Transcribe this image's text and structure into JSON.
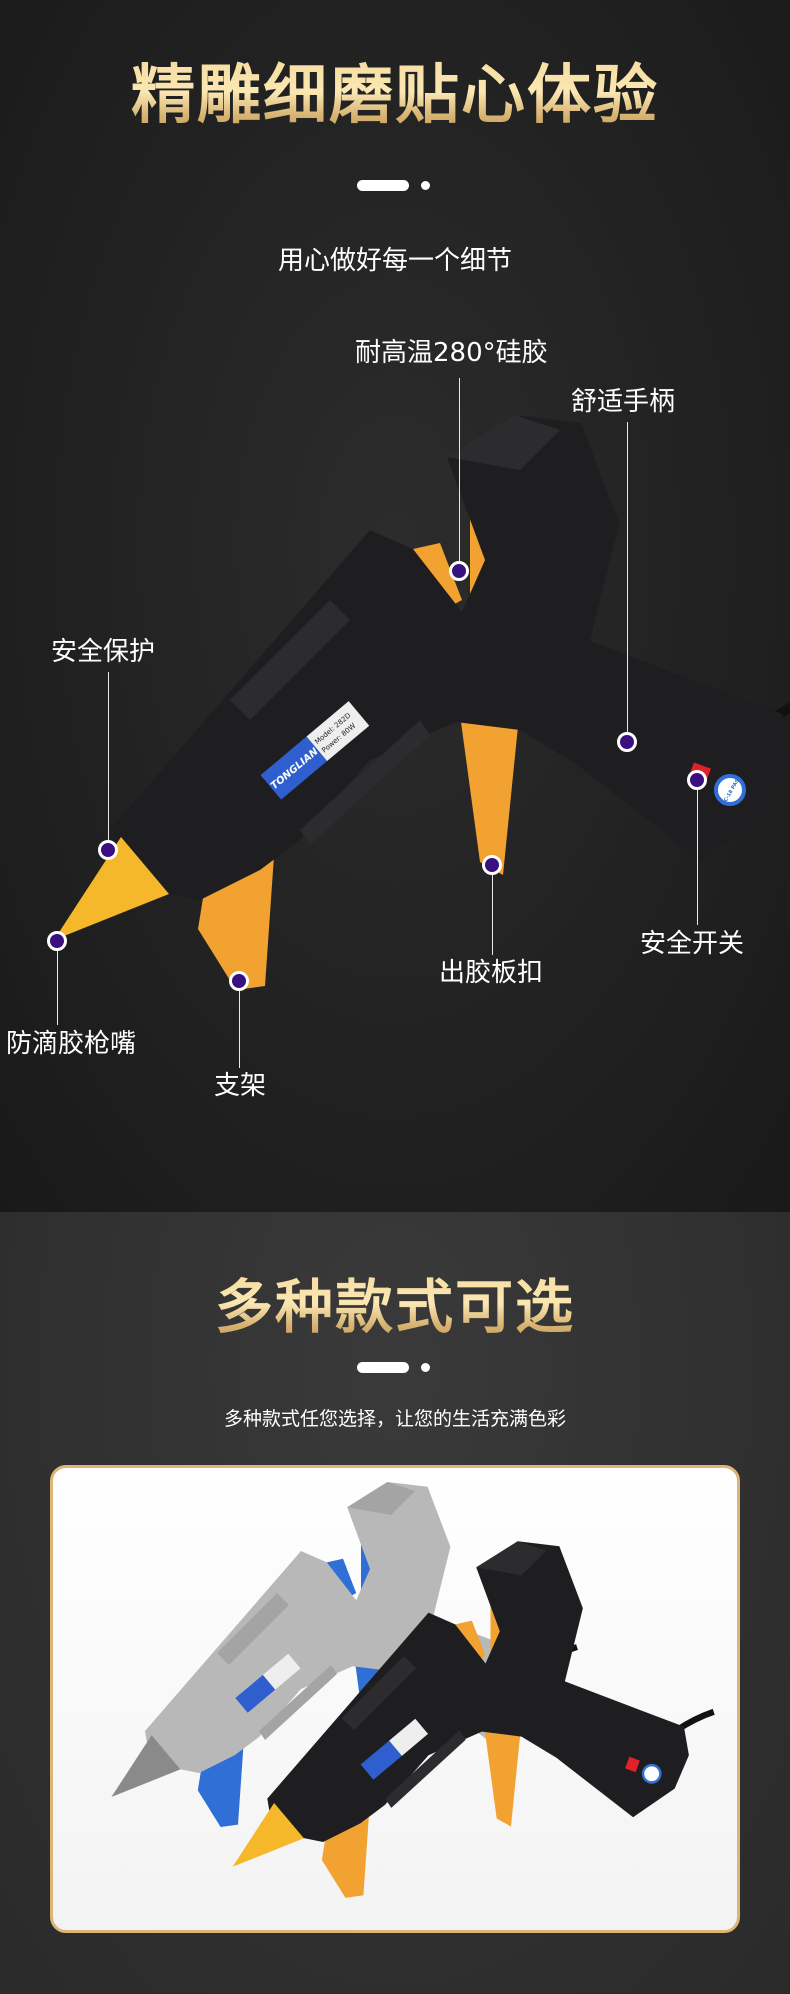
{
  "section_details": {
    "title": "精雕细磨贴心体验",
    "subtitle": "用心做好每一个细节",
    "callouts": {
      "silicone": "耐高温280°硅胶",
      "handle": "舒适手柄",
      "safety_protection": "安全保护",
      "nozzle": "防滴胶枪嘴",
      "stand": "支架",
      "trigger": "出胶板扣",
      "switch": "安全开关"
    },
    "product_label": {
      "brand": "TONGLIAN",
      "model": "Model: 282D",
      "power": "Power: 80W"
    },
    "switch_badge": "QC-18 PASS"
  },
  "section_styles": {
    "title": "多种款式可选",
    "subtitle": "多种款式任您选择，让您的生活充满色彩"
  },
  "colors": {
    "gold_title": "#f6dca0",
    "pin": "#3a1080",
    "box_border": "#deb577",
    "nozzle_yellow": "#f5b82a",
    "trigger_orange": "#f2a230",
    "gray_body": "#b8b8b8",
    "blue_accent": "#2f6fd6"
  }
}
